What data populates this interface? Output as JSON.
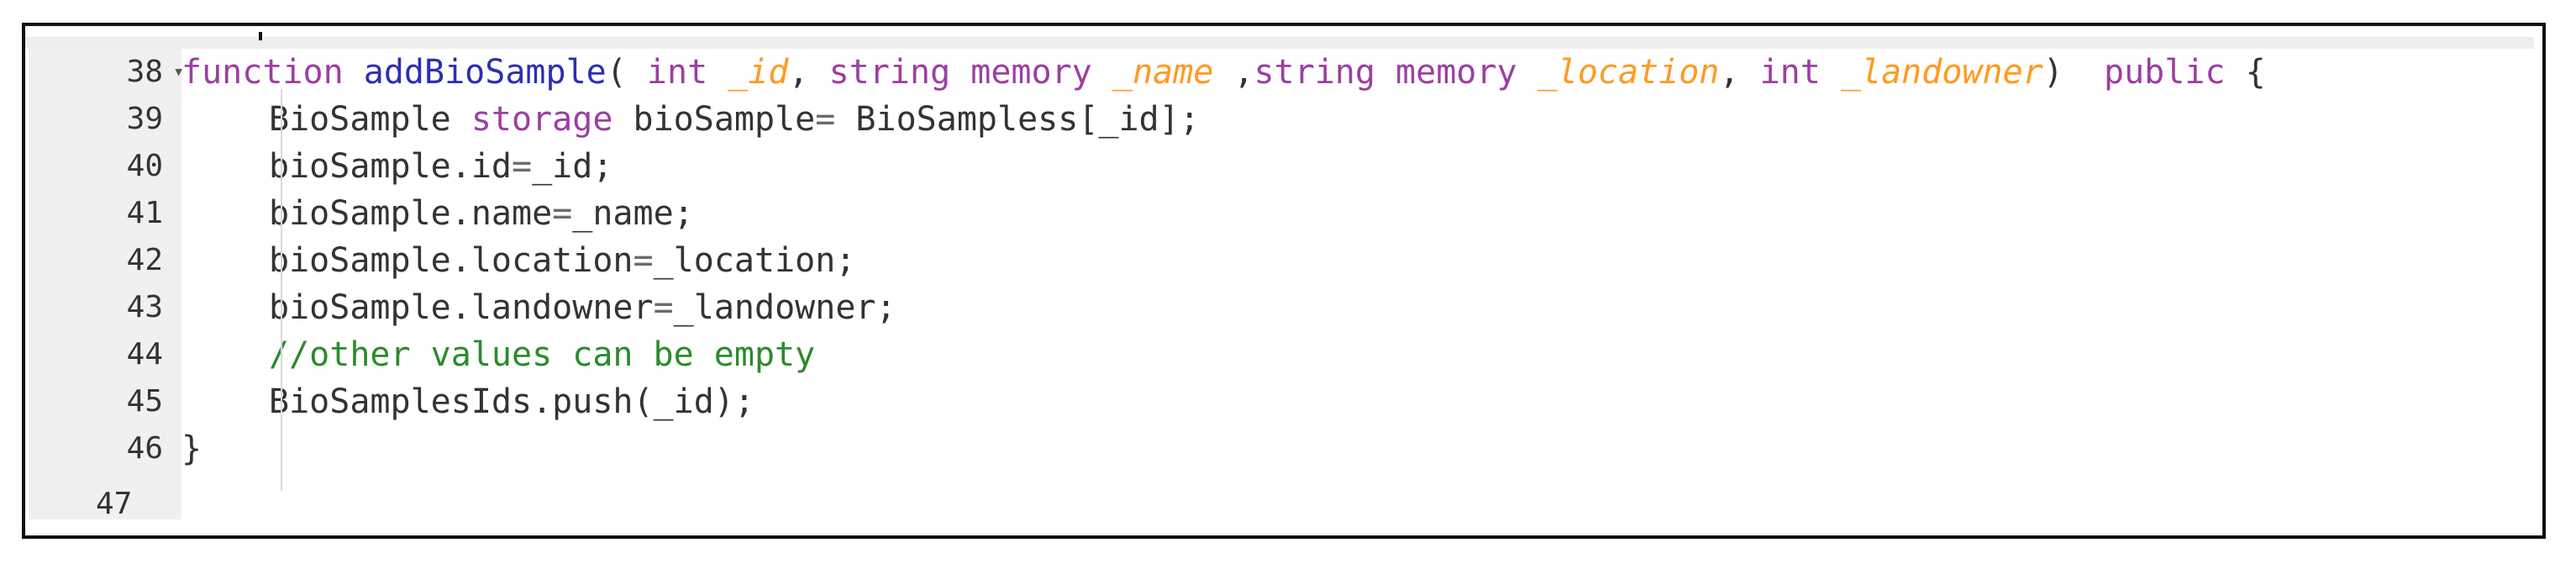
{
  "editor": {
    "lines": [
      {
        "number": "38",
        "fold": "▾",
        "tokens": [
          {
            "text": "function",
            "cls": "kw"
          },
          {
            "text": " ",
            "cls": "plain"
          },
          {
            "text": "addBioSample",
            "cls": "fn"
          },
          {
            "text": "( ",
            "cls": "plain"
          },
          {
            "text": "int",
            "cls": "kw"
          },
          {
            "text": " ",
            "cls": "plain"
          },
          {
            "text": "_id",
            "cls": "prm"
          },
          {
            "text": ", ",
            "cls": "plain"
          },
          {
            "text": "string",
            "cls": "kw"
          },
          {
            "text": " ",
            "cls": "plain"
          },
          {
            "text": "memory",
            "cls": "kw"
          },
          {
            "text": " ",
            "cls": "plain"
          },
          {
            "text": "_name",
            "cls": "prm"
          },
          {
            "text": " ,",
            "cls": "plain"
          },
          {
            "text": "string",
            "cls": "kw"
          },
          {
            "text": " ",
            "cls": "plain"
          },
          {
            "text": "memory",
            "cls": "kw"
          },
          {
            "text": " ",
            "cls": "plain"
          },
          {
            "text": "_location",
            "cls": "prm"
          },
          {
            "text": ", ",
            "cls": "plain"
          },
          {
            "text": "int",
            "cls": "kw"
          },
          {
            "text": " ",
            "cls": "plain"
          },
          {
            "text": "_landowner",
            "cls": "prm"
          },
          {
            "text": ")  ",
            "cls": "plain"
          },
          {
            "text": "public",
            "cls": "kw"
          },
          {
            "text": " {",
            "cls": "plain"
          }
        ]
      },
      {
        "number": "39",
        "fold": "",
        "tokens": [
          {
            "text": "BioSample ",
            "cls": "plain"
          },
          {
            "text": "storage",
            "cls": "kw"
          },
          {
            "text": " bioSample",
            "cls": "plain"
          },
          {
            "text": "=",
            "cls": "op"
          },
          {
            "text": " BioSampless[_id];",
            "cls": "plain"
          }
        ]
      },
      {
        "number": "40",
        "fold": "",
        "tokens": [
          {
            "text": "bioSample.id",
            "cls": "plain"
          },
          {
            "text": "=",
            "cls": "op"
          },
          {
            "text": "_id;",
            "cls": "plain"
          }
        ]
      },
      {
        "number": "41",
        "fold": "",
        "tokens": [
          {
            "text": "bioSample.name",
            "cls": "plain"
          },
          {
            "text": "=",
            "cls": "op"
          },
          {
            "text": "_name;",
            "cls": "plain"
          }
        ]
      },
      {
        "number": "42",
        "fold": "",
        "tokens": [
          {
            "text": "bioSample.location",
            "cls": "plain"
          },
          {
            "text": "=",
            "cls": "op"
          },
          {
            "text": "_location;",
            "cls": "plain"
          }
        ]
      },
      {
        "number": "43",
        "fold": "",
        "tokens": [
          {
            "text": "bioSample.landowner",
            "cls": "plain"
          },
          {
            "text": "=",
            "cls": "op"
          },
          {
            "text": "_landowner;",
            "cls": "plain"
          }
        ]
      },
      {
        "number": "44",
        "fold": "",
        "tokens": [
          {
            "text": "//other values can be empty",
            "cls": "cm"
          }
        ]
      },
      {
        "number": "45",
        "fold": "",
        "tokens": [
          {
            "text": "BioSamplesIds.push(_id);",
            "cls": "plain"
          }
        ]
      },
      {
        "number": "46",
        "fold": "",
        "tokens": [
          {
            "text": "}",
            "cls": "plain"
          }
        ]
      }
    ],
    "cutoff_line_number": "47"
  },
  "colors": {
    "keyword": "#9c3fa2",
    "function": "#2b2fb2",
    "parameter": "#ff9a22",
    "comment": "#2c8b2c",
    "text": "#333333",
    "gutter": "#f0f0f0"
  }
}
